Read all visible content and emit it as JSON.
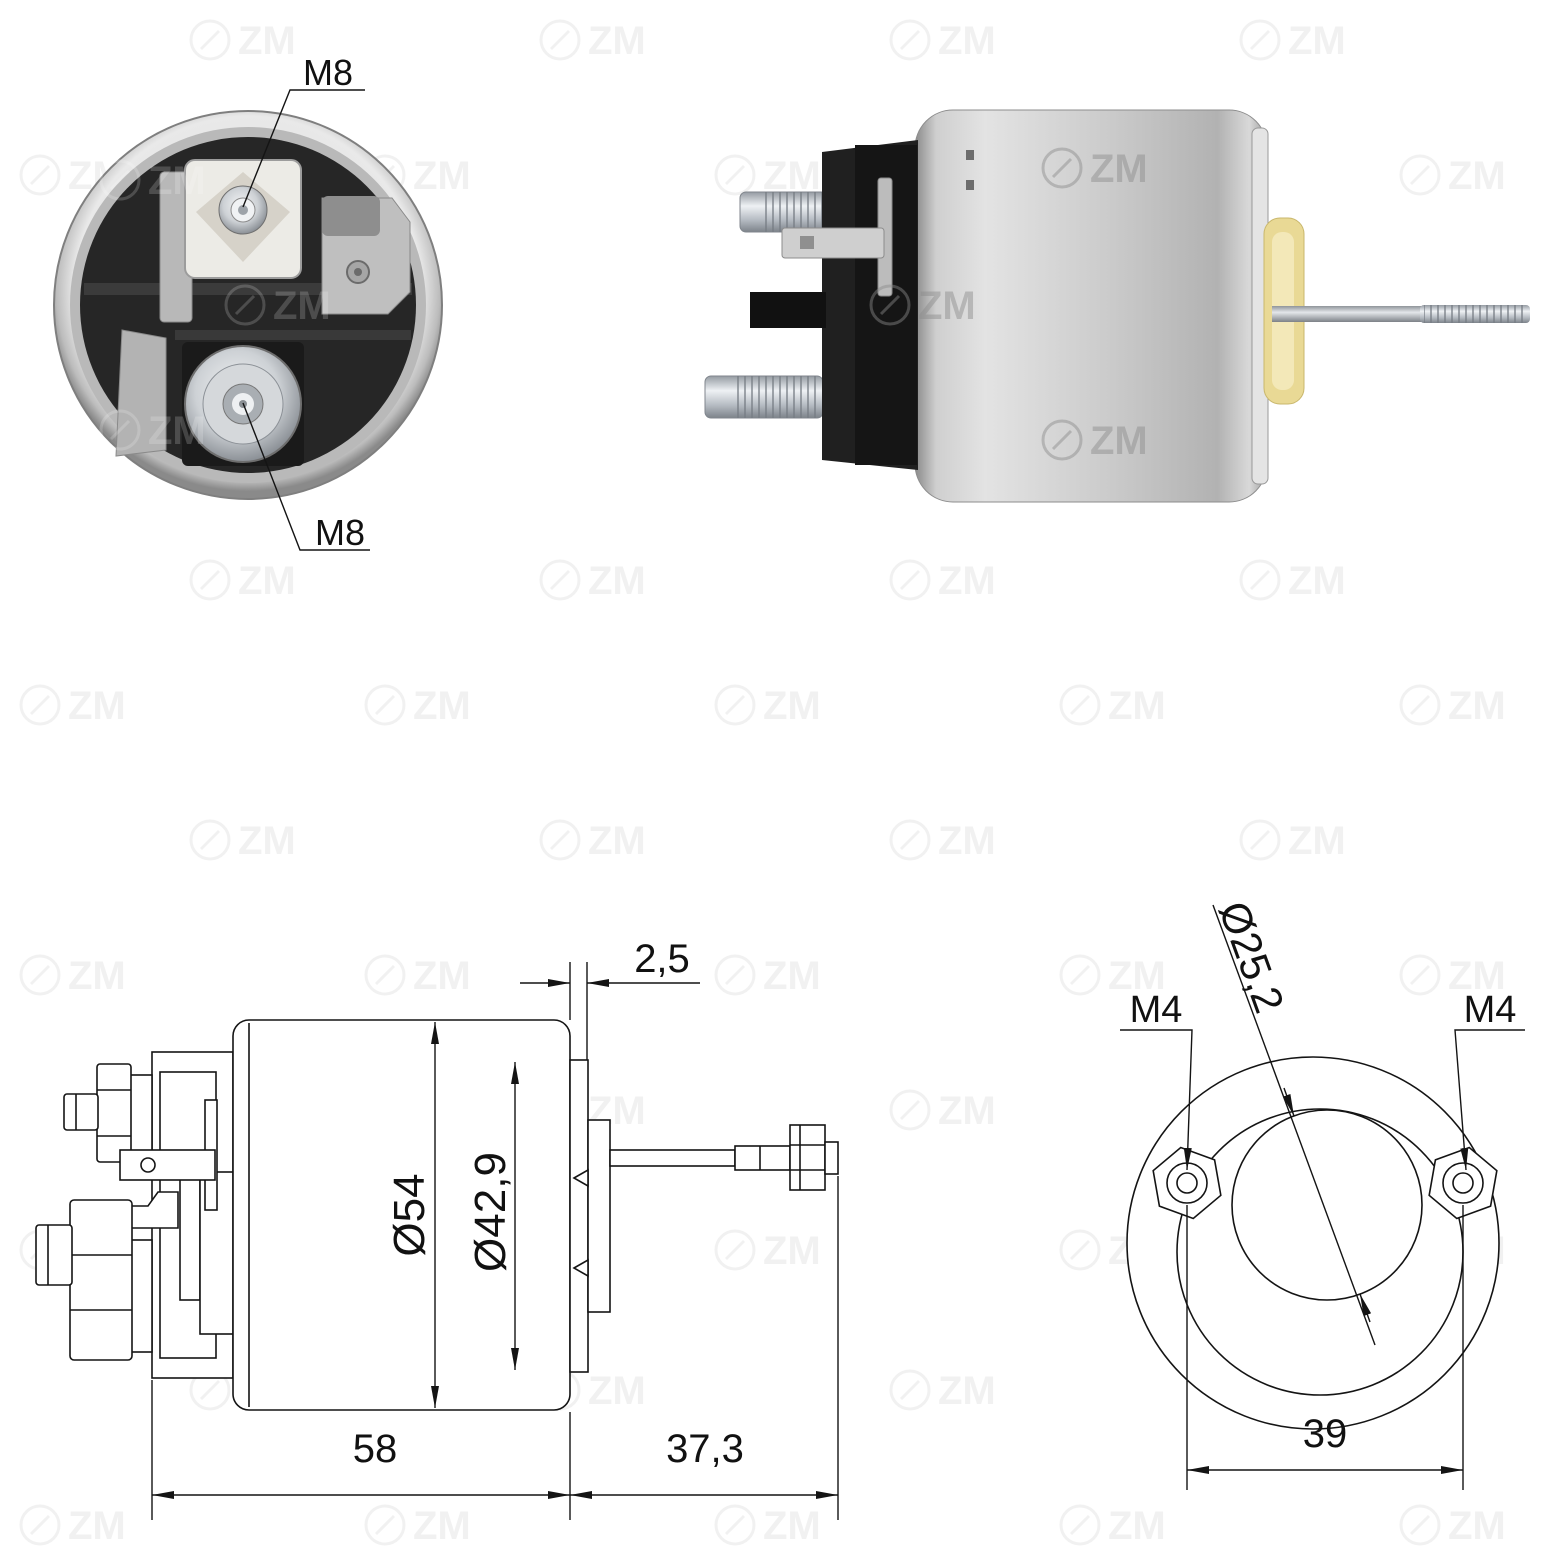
{
  "watermark": {
    "text": "ZM"
  },
  "top_view": {
    "upper_terminal_thread": "M8",
    "lower_terminal_thread": "M8"
  },
  "side_drawing": {
    "flange_thickness": "2,5",
    "body_diameter": "Ø54",
    "flange_diameter": "Ø42,9",
    "body_length": "58",
    "shaft_length": "37,3"
  },
  "end_drawing": {
    "bore_diameter": "Ø25,2",
    "left_hole_thread": "M4",
    "right_hole_thread": "M4",
    "hole_spacing": "39"
  },
  "colors": {
    "line": "#141414",
    "text": "#111111",
    "watermark": "#b5b5b5",
    "plunger_face": "#e9d995"
  }
}
